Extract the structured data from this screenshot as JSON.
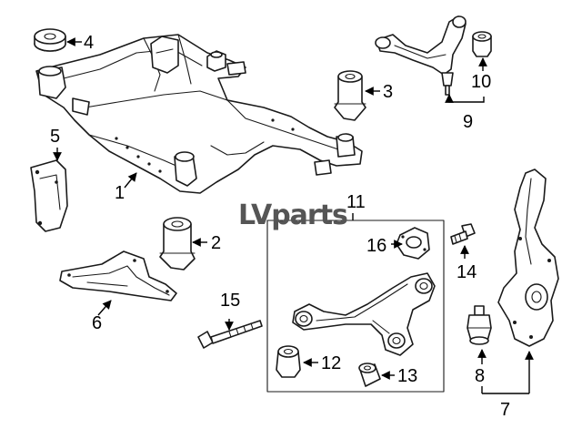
{
  "diagram": {
    "watermark": "LVparts",
    "callouts": {
      "c1": "1",
      "c2": "2",
      "c3": "3",
      "c4": "4",
      "c5": "5",
      "c6": "6",
      "c7": "7",
      "c8": "8",
      "c9": "9",
      "c10": "10",
      "c11": "11",
      "c12": "12",
      "c13": "13",
      "c14": "14",
      "c15": "15",
      "c16": "16"
    }
  }
}
